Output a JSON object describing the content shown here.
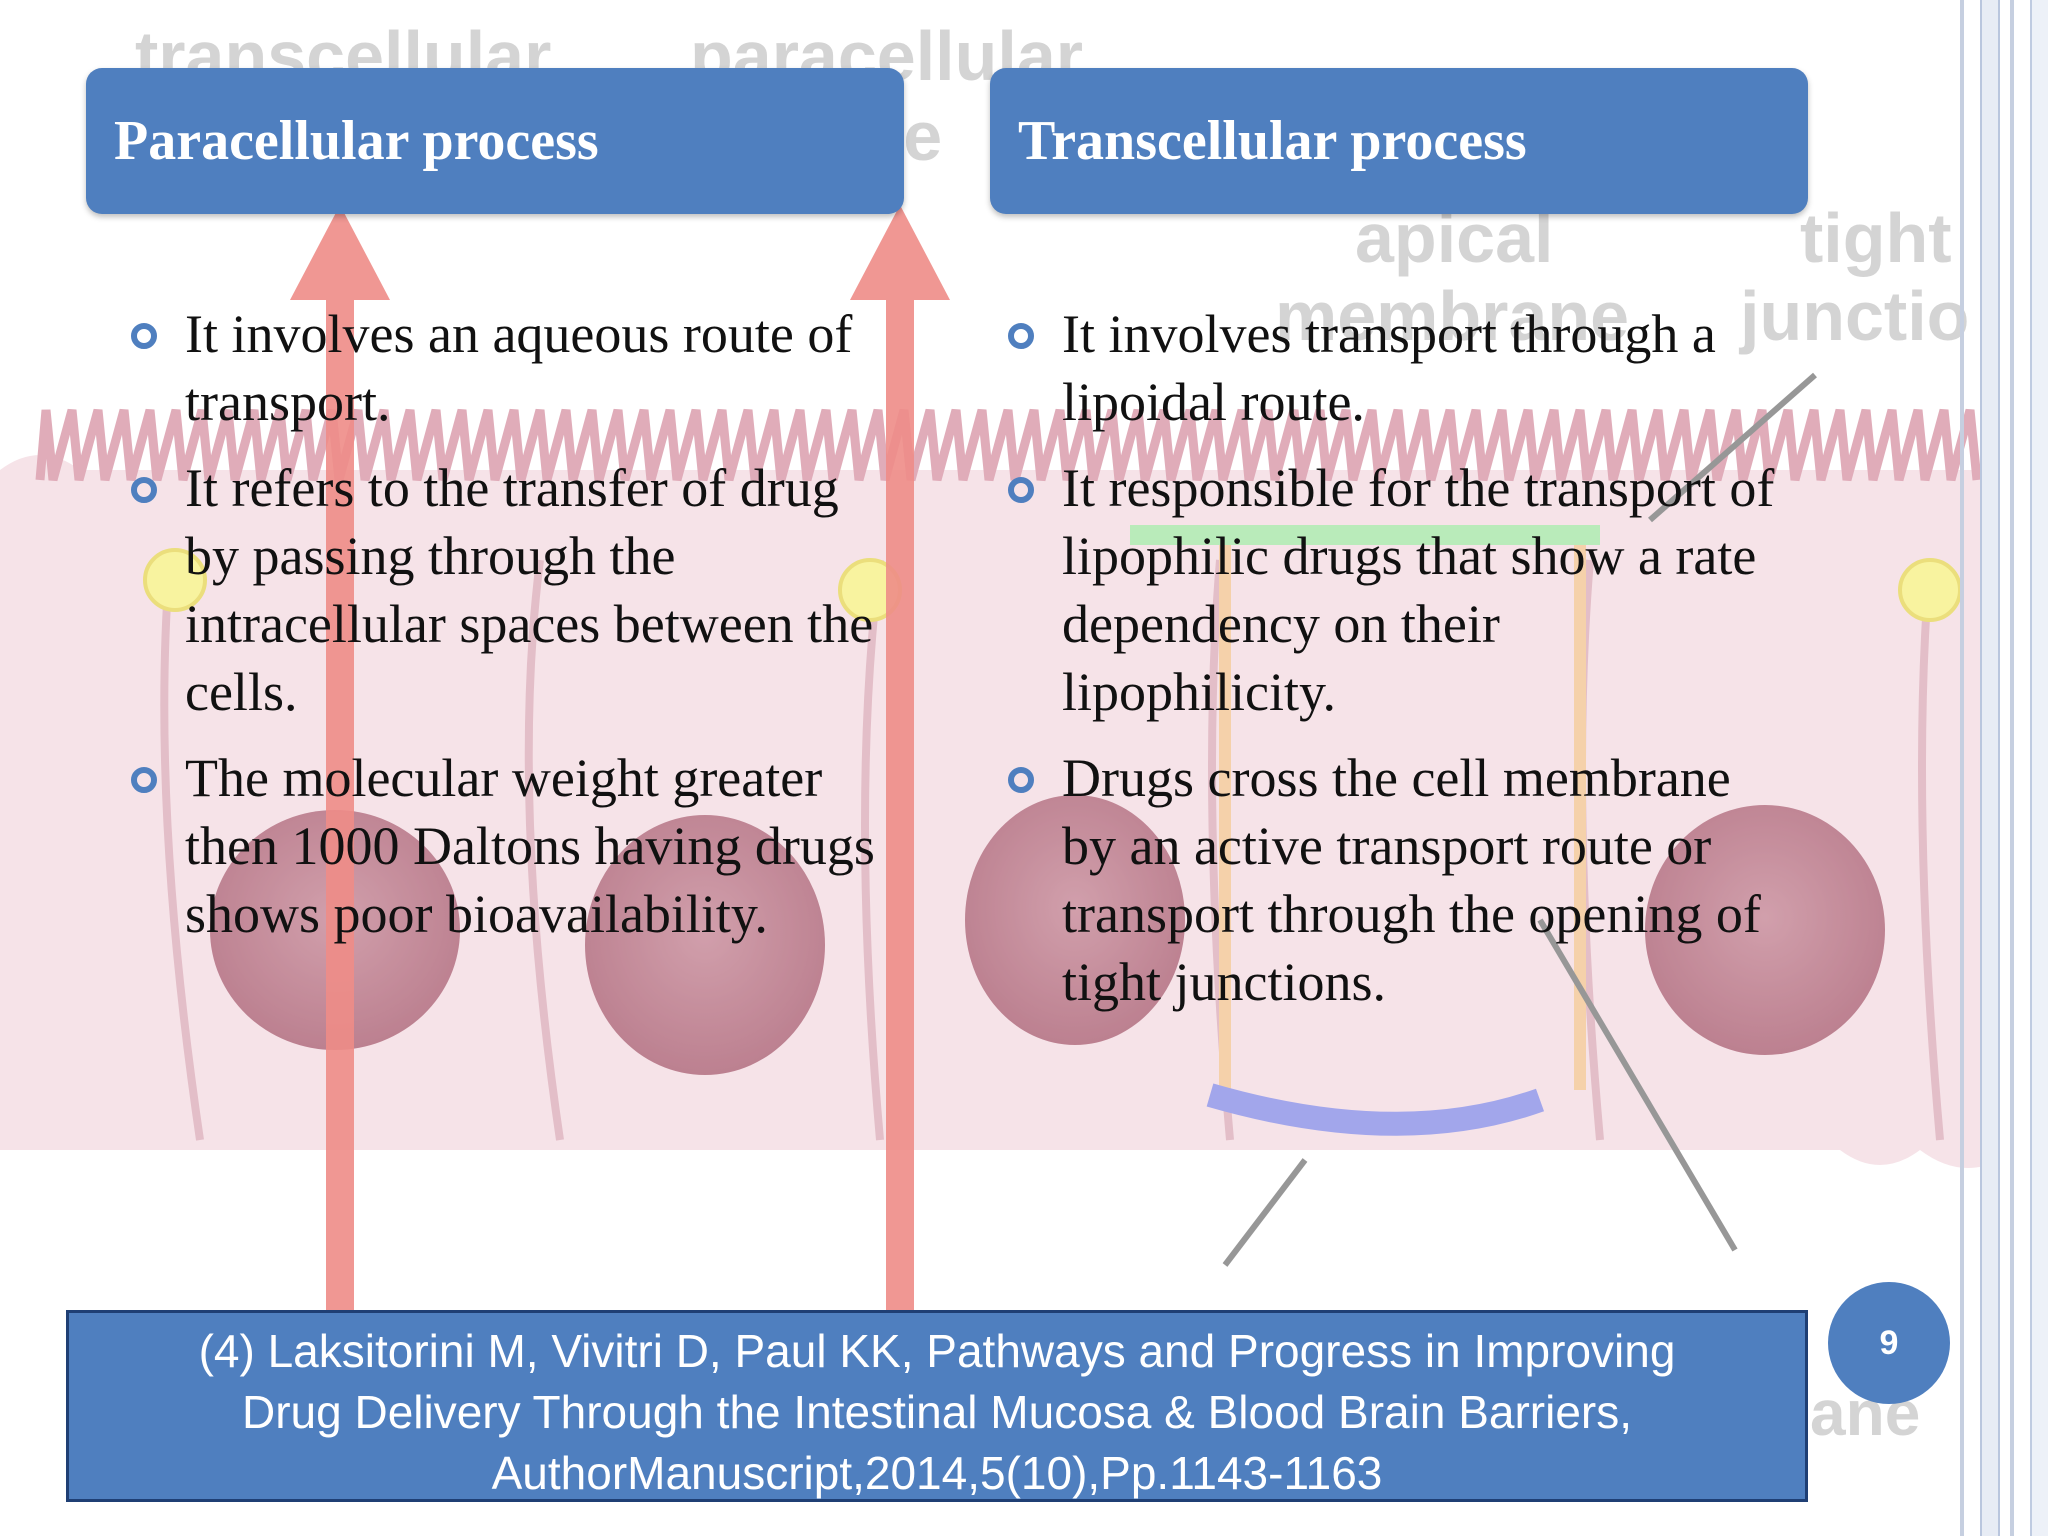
{
  "background_figure": {
    "labels": {
      "transcellular": "transcellular",
      "paracellular": "paracellular",
      "route_fragment": "te",
      "apical": "apical",
      "membrane": "membrane",
      "tight": "tight",
      "junction": "junctio",
      "bottom_fragment": "ane"
    }
  },
  "columns": {
    "left": {
      "header": "Paracellular process",
      "bullets": [
        "It involves an aqueous route of transport.",
        "It refers to the transfer of drug by passing through the intracellular spaces between the cells.",
        "The molecular weight greater then 1000 Daltons having drugs shows poor bioavailability."
      ]
    },
    "right": {
      "header": "Transcellular process",
      "bullets": [
        "It involves transport through a lipoidal route.",
        "It responsible for the transport of lipophilic drugs that show a rate dependency on their lipophilicity.",
        "Drugs cross the cell membrane by an active transport route or transport through the opening of tight junctions."
      ]
    }
  },
  "reference": {
    "lines": [
      "(4) Laksitorini M, Vivitri D, Paul KK, Pathways and Progress in Improving",
      "Drug Delivery Through the Intestinal Mucosa & Blood Brain Barriers,",
      "AuthorManuscript,2014,5(10),Pp.1143-1163"
    ]
  },
  "slide_number": "9",
  "colors": {
    "accent": "#4f7fbf",
    "reference_border": "#1f3f74",
    "arrow": "#e8605a",
    "cell_fill": "#f1d2da",
    "nucleus": "#a74f67"
  }
}
